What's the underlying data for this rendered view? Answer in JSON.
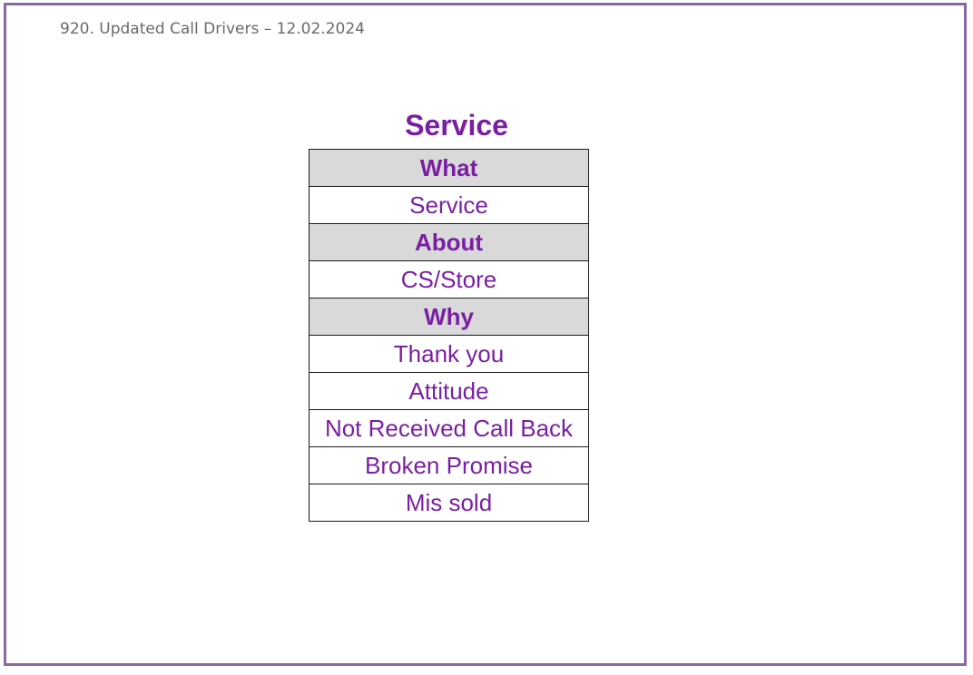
{
  "slide": {
    "header": "920. Updated Call Drivers – 12.02.2024",
    "title": "Service"
  },
  "table": {
    "rows": [
      {
        "kind": "heading",
        "text": "What"
      },
      {
        "kind": "value",
        "text": "Service"
      },
      {
        "kind": "heading",
        "text": "About"
      },
      {
        "kind": "value",
        "text": "CS/Store"
      },
      {
        "kind": "heading",
        "text": "Why"
      },
      {
        "kind": "value",
        "text": "Thank you"
      },
      {
        "kind": "value",
        "text": "Attitude"
      },
      {
        "kind": "value",
        "text": "Not Received Call Back"
      },
      {
        "kind": "value",
        "text": "Broken Promise"
      },
      {
        "kind": "value",
        "text": "Mis sold"
      }
    ]
  },
  "colors": {
    "accent": "#7b1fa2",
    "border": "#8a68a8",
    "heading_fill": "#d9d9d9"
  }
}
